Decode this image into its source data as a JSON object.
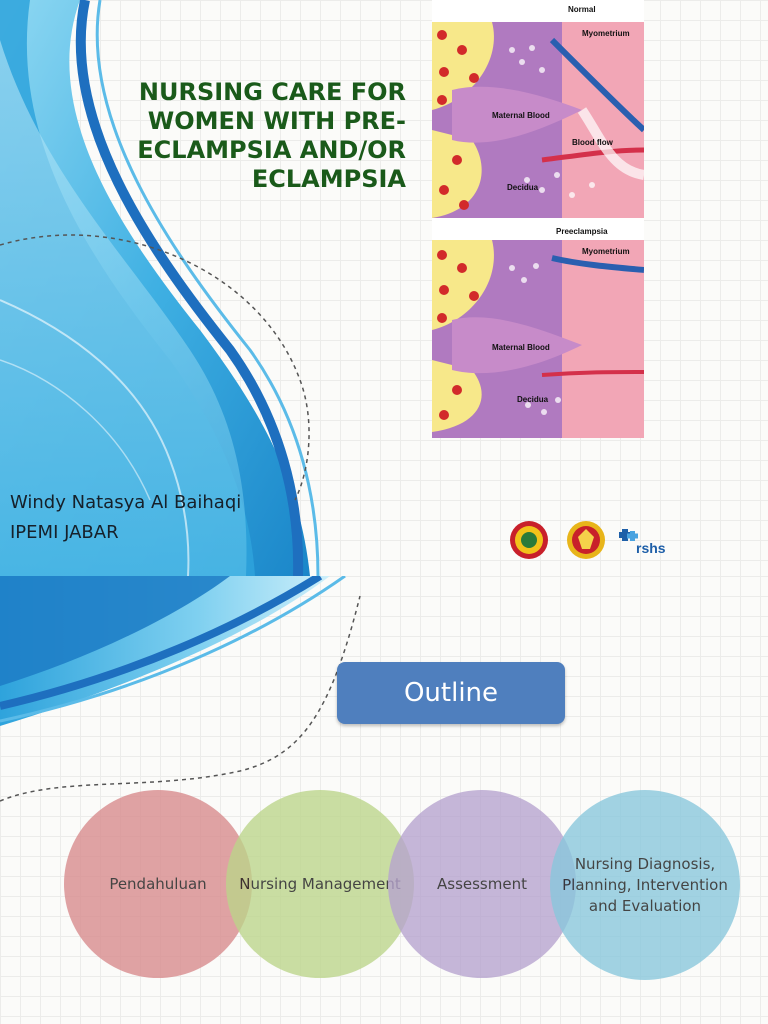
{
  "slide1": {
    "title": "NURSING CARE FOR WOMEN WITH PRE-ECLAMPSIA AND/OR ECLAMPSIA",
    "author_name": "Windy Natasya Al Baihaqi",
    "author_org": "IPEMI JABAR",
    "diagram": {
      "top_label": "Normal",
      "bottom_label": "Preeclampsia",
      "myometrium": "Myometrium",
      "maternal_blood": "Maternal Blood",
      "decidua": "Decidua",
      "blood_flow": "Blood flow"
    },
    "logos": [
      "logo-1-emblem",
      "logo-2-emblem",
      "rshs"
    ],
    "rshs_text": "rshs"
  },
  "slide2": {
    "heading": "Outline",
    "items": [
      {
        "label": "Pendahuluan",
        "color": "#d88a8c"
      },
      {
        "label": "Nursing Management",
        "color": "#bcd58a"
      },
      {
        "label": "Assessment",
        "color": "#b6a3cf"
      },
      {
        "label": "Nursing Diagnosis, Planning, Intervention and Evaluation",
        "color": "#88c7dc"
      }
    ]
  },
  "colors": {
    "title_green": "#1a5a1a",
    "accent_blue": "#1e7ec6",
    "outline_box": "#4f7fbe"
  }
}
